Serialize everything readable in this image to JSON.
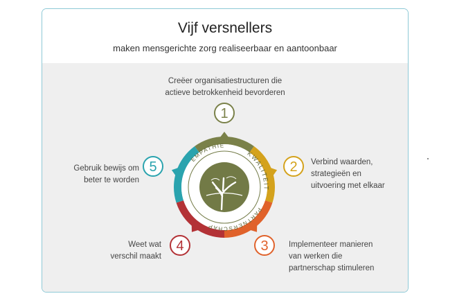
{
  "header": {
    "title": "Vijf versnellers",
    "subtitle": "maken mensgerichte zorg realiseerbaar en aantoonbaar"
  },
  "center": {
    "words": [
      "KWALITEIT",
      "PARTNERSCHAP",
      "EMPATHIE"
    ],
    "emblem_icon": "tree-icon"
  },
  "accelerators": [
    {
      "number": "1",
      "color": "#7a8149",
      "lines": [
        "Creëer organisatiestructuren die",
        "actieve betrokkenheid bevorderen"
      ]
    },
    {
      "number": "2",
      "color": "#d4a21c",
      "lines": [
        "Verbind waarden,",
        "strategieën en",
        "uitvoering met elkaar"
      ]
    },
    {
      "number": "3",
      "color": "#e0622b",
      "lines": [
        "Implementeer manieren",
        "van werken die",
        "partnerschap stimuleren"
      ]
    },
    {
      "number": "4",
      "color": "#b33236",
      "lines": [
        "Weet wat",
        "verschil maakt"
      ]
    },
    {
      "number": "5",
      "color": "#2aa3ae",
      "lines": [
        "Gebruik bewijs om",
        "beter te worden"
      ]
    }
  ],
  "colors": {
    "border": "#8ec9d6",
    "panel": "#efefef",
    "emblem_green": "#727a46"
  }
}
